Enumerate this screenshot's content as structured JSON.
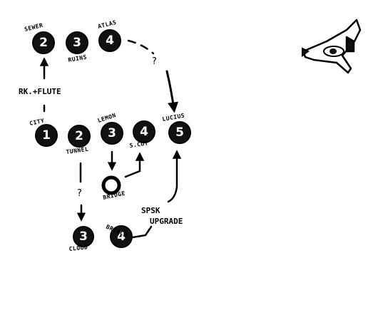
{
  "nodes": {
    "sewer": {
      "number": "2",
      "label": "SEWER"
    },
    "ruins": {
      "number": "3",
      "label": "RUINS"
    },
    "atlas": {
      "number": "4",
      "label": "ATLAS"
    },
    "city": {
      "number": "1",
      "label": "CITY"
    },
    "tunnel": {
      "number": "2",
      "label": "TUNNEL"
    },
    "lemon": {
      "number": "3",
      "label": "LEMON"
    },
    "s_cut": {
      "number": "4",
      "label": "S.CUT"
    },
    "lucius": {
      "number": "5",
      "label": "LUCIUS"
    },
    "bridge": {
      "number": "",
      "label": "BRIDGE"
    },
    "cloud": {
      "number": "3",
      "label": "CLOUD"
    },
    "breach": {
      "number": "4",
      "label": "BREACH"
    }
  },
  "edge_labels": {
    "city_to_sewer": "RK.+FLUTE",
    "atlas_to_lucius": "?",
    "tunnel_to_cloud": "?",
    "breach_upgrade_line1": "SPSK",
    "breach_upgrade_line2": "UPGRADE"
  },
  "icons": {
    "corner_sketch": "eye-ship-icon"
  }
}
